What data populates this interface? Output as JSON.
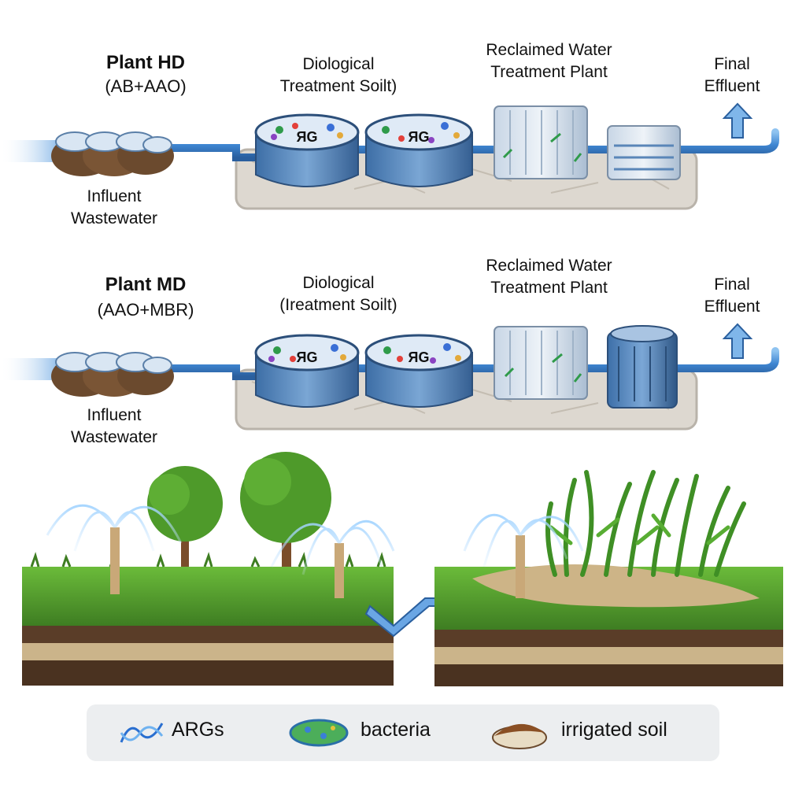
{
  "rows": [
    {
      "plant_title": "Plant HD",
      "plant_process": "(AB+AAO)",
      "influent_line1": "Influent",
      "influent_line2": "Wastewater",
      "bio_line1": "Diological",
      "bio_line2": "Treatment Soilt)",
      "tank_label": "ЯG",
      "tank_label2": "ЯG",
      "reclaimed_line1": "Reclaimed Water",
      "reclaimed_line2": "Treatment Plant",
      "effluent_line1": "Final",
      "effluent_line2": "Effluent"
    },
    {
      "plant_title": "Plant MD",
      "plant_process": "(AAO+MBR)",
      "influent_line1": "Influent",
      "influent_line2": "Wastewater",
      "bio_line1": "Diological",
      "bio_line2": "(Ireatment Soilt)",
      "tank_label": "ЯG",
      "tank_label2": "ЯG",
      "reclaimed_line1": "Reclaimed Water",
      "reclaimed_line2": "Treatment Plant",
      "effluent_line1": "Final",
      "effluent_line2": "Effluent"
    }
  ],
  "legend": {
    "args_label": "ARGs",
    "bacteria_label": "bacteria",
    "soil_label": "irrigated soil"
  },
  "colors": {
    "water_blue": "#4a8fd6",
    "tank_blue": "#5a86b8",
    "grass_green": "#4e9a2a",
    "soil_brown": "#5a3d28",
    "sand_beige": "#cbb48a",
    "platform_gray": "#ddd8d0"
  },
  "icons": [
    "dna-icon",
    "bacteria-icon",
    "soil-icon",
    "sprinkler-icon",
    "tree-icon",
    "arrow-up-icon"
  ]
}
